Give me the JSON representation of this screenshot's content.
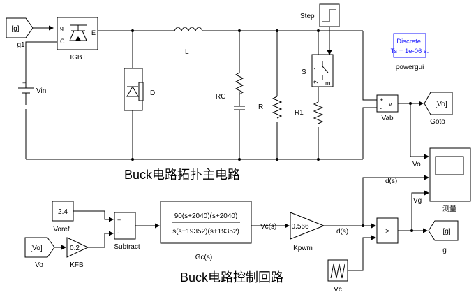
{
  "circuit": {
    "source_g": "[g]",
    "source_g_label": "g1",
    "igbt_label": "IGBT",
    "igbt_port_g": "g",
    "igbt_port_c": "C",
    "igbt_port_e": "E",
    "inductor_label": "L",
    "vin_label": "Vin",
    "diode_label": "D",
    "rc_label": "RC",
    "r_label": "R",
    "r1_label": "R1",
    "step_label": "Step",
    "switch_label": "S",
    "switch_port_1": "1",
    "switch_port_2": "2",
    "switch_port_m": "m",
    "powergui_line1": "Discrete,",
    "powergui_line2": "Ts = 1e-06 s.",
    "powergui_label": "powergui",
    "vab_label": "Vab",
    "vab_port_plus": "+",
    "vab_port_minus": "-",
    "vab_port_v": "v",
    "goto_vo": "[Vo]",
    "goto_label": "Goto",
    "main_title": "Buck电路拓扑主电路"
  },
  "control": {
    "vo_signal": "Vo",
    "ds_top": "d(s)",
    "vg_signal": "Vg",
    "scope_label": "测量",
    "vref_value": "2.4",
    "vref_label": "Voref",
    "sum_plus": "+",
    "sum_minus": "-",
    "subtract_label": "Subtract",
    "tf_numerator": "90(s+2040)(s+2040)",
    "tf_denominator": "s(s+19352)(s+19352)",
    "tf_label": "Gc(s)",
    "vc_signal": "Vc(s)",
    "gain_value": "0.566",
    "gain_label": "Kpwm",
    "ds_signal": "d(s)",
    "compare_op": "≥",
    "goto_g": "[g]",
    "goto_g_label": "g",
    "from_vo": "[Vo]",
    "from_vo_label": "Vo",
    "kfb_value": "0.2",
    "kfb_label": "KFB",
    "vc_label": "Vc",
    "control_title": "Buck电路控制回路"
  }
}
